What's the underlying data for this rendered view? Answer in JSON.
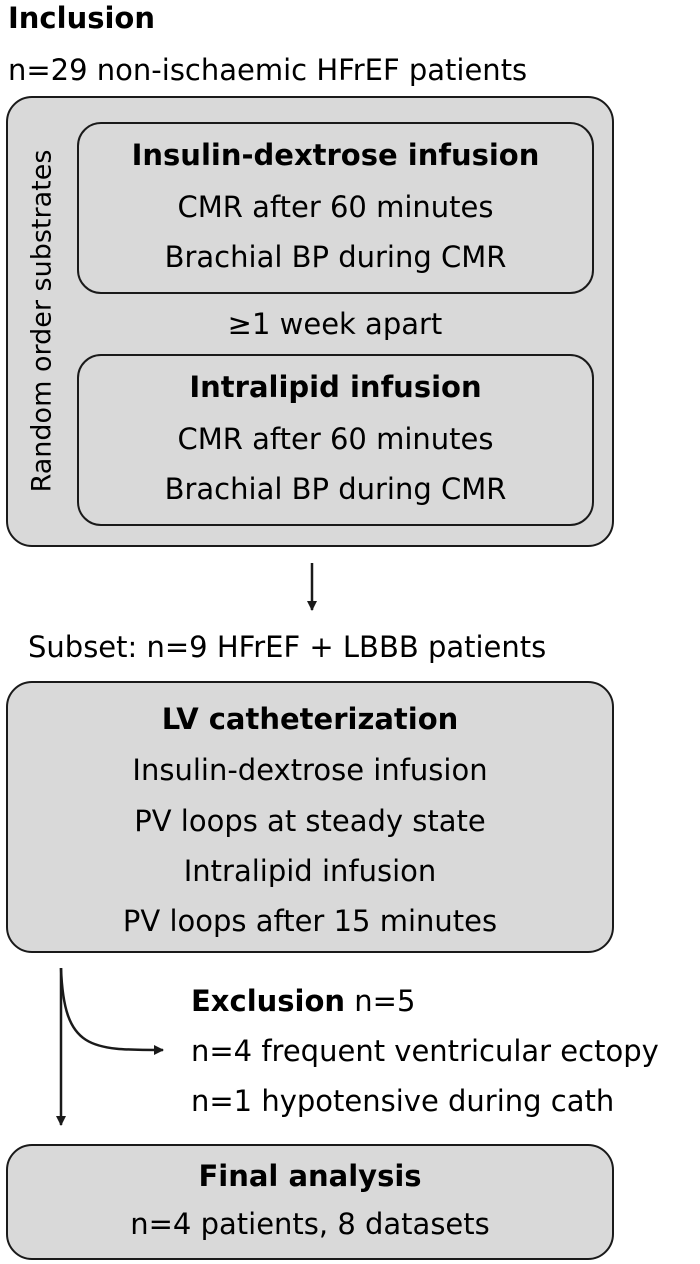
{
  "inclusion": {
    "heading": "Inclusion",
    "subtitle": "n=29 non-ischaemic HFrEF patients"
  },
  "random_order_label": "Random order substrates",
  "insulin_box": {
    "title": "Insulin-dextrose infusion",
    "line1": "CMR after 60 minutes",
    "line2": "Brachial BP during CMR"
  },
  "apart_label": "≥1 week apart",
  "intralipid_box": {
    "title": "Intralipid infusion",
    "line1": "CMR after 60 minutes",
    "line2": "Brachial BP during CMR"
  },
  "subset_label": "Subset: n=9 HFrEF + LBBB patients",
  "lv_box": {
    "title": "LV catheterization",
    "line1": "Insulin-dextrose infusion",
    "line2": "PV loops at steady state",
    "line3": "Intralipid infusion",
    "line4": "PV loops after 15 minutes"
  },
  "exclusion": {
    "title": "Exclusion",
    "count": "n=5",
    "reason1": "n=4 frequent ventricular ectopy",
    "reason2": "n=1 hypotensive during cath"
  },
  "final_box": {
    "title": "Final analysis",
    "line1": "n=4 patients, 8 datasets"
  },
  "colors": {
    "box_fill": "#d9d9d9",
    "border": "#1a1a1a",
    "text": "#000000"
  }
}
